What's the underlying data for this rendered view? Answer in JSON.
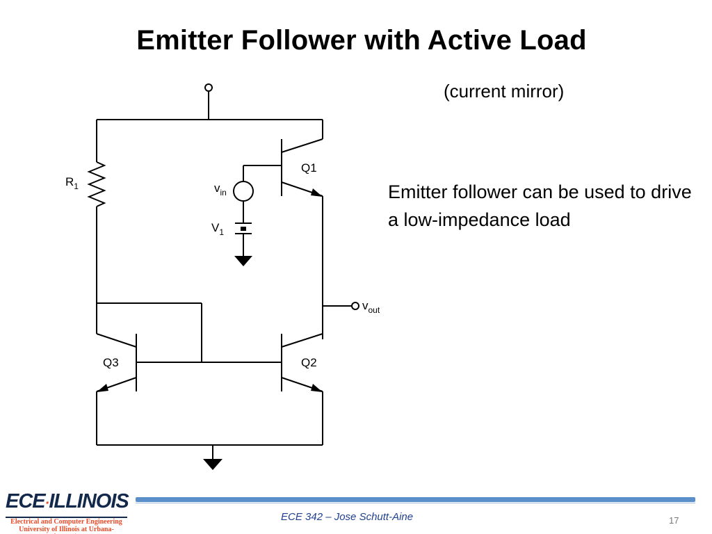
{
  "slide": {
    "title": "Emitter Follower with Active Load",
    "subtitle": "(current mirror)",
    "body_text": "Emitter follower can be used to drive a low-impedance load"
  },
  "circuit": {
    "resistor_label": "R",
    "resistor_sub": "1",
    "source_label": "v",
    "source_sub": "in",
    "battery_label": "V",
    "battery_sub": "1",
    "q1_label": "Q1",
    "q2_label": "Q2",
    "q3_label": "Q3",
    "output_label": "v",
    "output_sub": "out"
  },
  "footer": {
    "logo_ece": "ECE",
    "logo_illinois": "ILLINOIS",
    "logo_line1": "Electrical and Computer Engineering",
    "logo_line2": "University of Illinois at Urbana-Champaign",
    "course": "ECE 342 – Jose Schutt-Aine",
    "page_number": "17"
  },
  "colors": {
    "accent_bar": "#5b8fc9",
    "logo_navy": "#13294b",
    "logo_orange": "#e84a27",
    "footer_text": "#1f3f8f"
  }
}
